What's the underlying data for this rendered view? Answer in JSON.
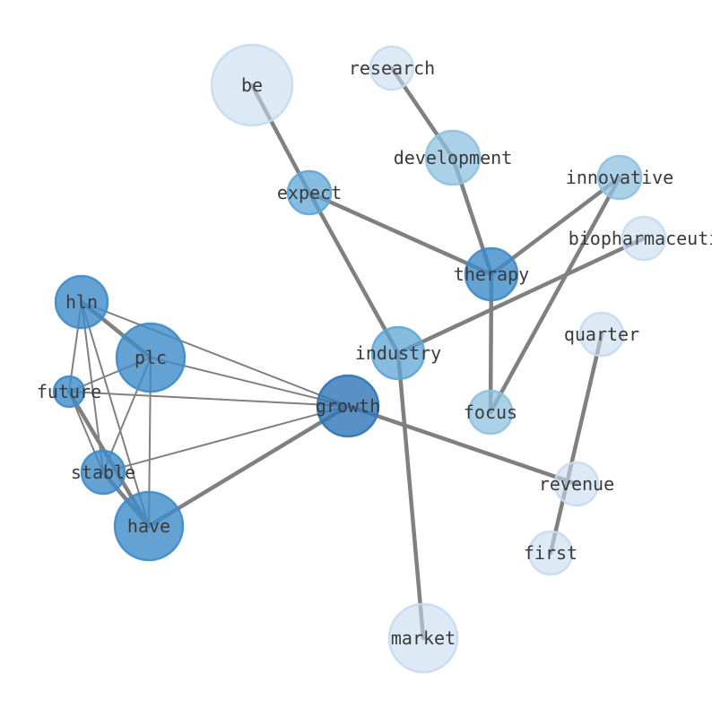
{
  "nodes": [
    {
      "id": "be",
      "label": "be",
      "tone": "pale"
    },
    {
      "id": "research",
      "label": "research",
      "tone": "pale"
    },
    {
      "id": "development",
      "label": "development",
      "tone": "light"
    },
    {
      "id": "expect",
      "label": "expect",
      "tone": "medium"
    },
    {
      "id": "innovative",
      "label": "innovative",
      "tone": "light"
    },
    {
      "id": "biopharmaceuti",
      "label": "biopharmaceuti",
      "tone": "pale"
    },
    {
      "id": "therapy",
      "label": "therapy",
      "tone": "strong"
    },
    {
      "id": "hln",
      "label": "hln",
      "tone": "strong"
    },
    {
      "id": "plc",
      "label": "plc",
      "tone": "strong"
    },
    {
      "id": "industry",
      "label": "industry",
      "tone": "medium"
    },
    {
      "id": "quarter",
      "label": "quarter",
      "tone": "pale"
    },
    {
      "id": "future",
      "label": "future",
      "tone": "strong"
    },
    {
      "id": "growth",
      "label": "growth",
      "tone": "dark"
    },
    {
      "id": "focus",
      "label": "focus",
      "tone": "light"
    },
    {
      "id": "stable",
      "label": "stable",
      "tone": "strong"
    },
    {
      "id": "revenue",
      "label": "revenue",
      "tone": "pale"
    },
    {
      "id": "have",
      "label": "have",
      "tone": "strong"
    },
    {
      "id": "first",
      "label": "first",
      "tone": "pale"
    },
    {
      "id": "market",
      "label": "market",
      "tone": "pale"
    }
  ],
  "edges": [
    {
      "source": "be",
      "target": "expect",
      "weight": "heavy"
    },
    {
      "source": "expect",
      "target": "industry",
      "weight": "heavy"
    },
    {
      "source": "expect",
      "target": "therapy",
      "weight": "heavy"
    },
    {
      "source": "research",
      "target": "development",
      "weight": "heavy"
    },
    {
      "source": "development",
      "target": "therapy",
      "weight": "heavy"
    },
    {
      "source": "innovative",
      "target": "therapy",
      "weight": "heavy"
    },
    {
      "source": "innovative",
      "target": "focus",
      "weight": "heavy"
    },
    {
      "source": "therapy",
      "target": "focus",
      "weight": "heavy"
    },
    {
      "source": "biopharmaceuti",
      "target": "industry",
      "weight": "heavy"
    },
    {
      "source": "industry",
      "target": "market",
      "weight": "heavy"
    },
    {
      "source": "quarter",
      "target": "first",
      "weight": "heavy"
    },
    {
      "source": "growth",
      "target": "revenue",
      "weight": "heavy"
    },
    {
      "source": "growth",
      "target": "have",
      "weight": "heavy"
    },
    {
      "source": "hln",
      "target": "plc",
      "weight": "heavy"
    },
    {
      "source": "hln",
      "target": "growth",
      "weight": "light"
    },
    {
      "source": "hln",
      "target": "future",
      "weight": "light"
    },
    {
      "source": "hln",
      "target": "stable",
      "weight": "light"
    },
    {
      "source": "hln",
      "target": "have",
      "weight": "light"
    },
    {
      "source": "plc",
      "target": "growth",
      "weight": "light"
    },
    {
      "source": "plc",
      "target": "future",
      "weight": "light"
    },
    {
      "source": "plc",
      "target": "stable",
      "weight": "light"
    },
    {
      "source": "plc",
      "target": "have",
      "weight": "light"
    },
    {
      "source": "future",
      "target": "growth",
      "weight": "light"
    },
    {
      "source": "future",
      "target": "stable",
      "weight": "light"
    },
    {
      "source": "future",
      "target": "have",
      "weight": "heavy"
    },
    {
      "source": "stable",
      "target": "growth",
      "weight": "light"
    },
    {
      "source": "stable",
      "target": "have",
      "weight": "heavy"
    }
  ],
  "colors": {
    "pale": "#c6dbef",
    "light": "#8ec1df",
    "medium": "#5ea6d4",
    "strong": "#3f8bc9",
    "dark": "#2f74b7",
    "edge": "#808080"
  }
}
